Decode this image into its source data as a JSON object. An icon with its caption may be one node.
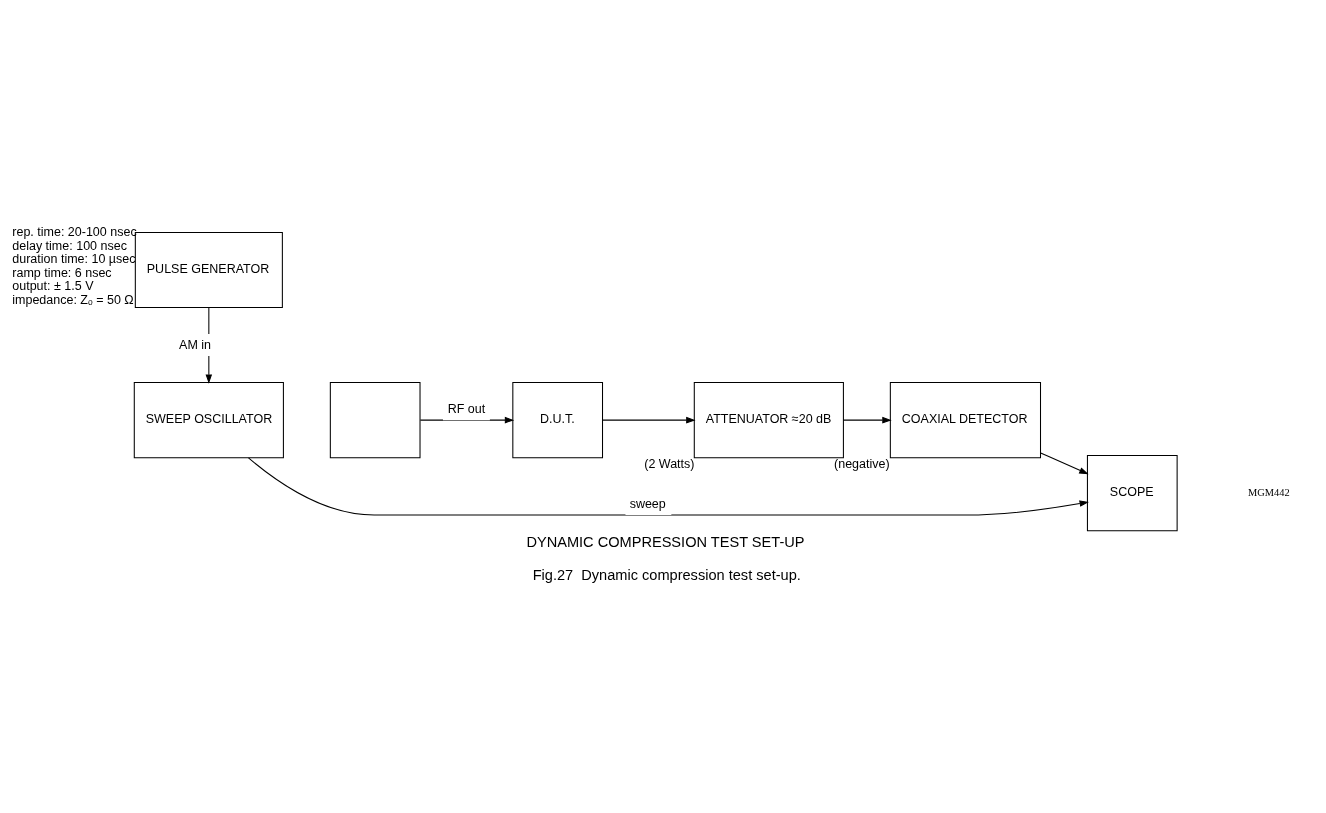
{
  "diagram": {
    "title": "DYNAMIC COMPRESSION TEST SET-UP",
    "caption": "Fig.27  Dynamic compression test set-up.",
    "nodes": [
      {
        "text": [
          "SWEEP OSCILLATOR"
        ]
      },
      {
        "text": [],
        "shape": "box"
      },
      {
        "text": [
          "D.U.T."
        ]
      },
      {
        "text": [
          "ATTENUATOR ≈20 dB"
        ],
        "beside": [
          "(2 Watts)"
        ]
      },
      {
        "text": [
          "COAXIAL DETECTOR"
        ],
        "beside": [
          "(negative)"
        ]
      },
      {
        "text": [
          "PULSE GENERATOR"
        ],
        "beside": [
          "rep. time: 20-100 nsec",
          "delay time: 100 nsec",
          "duration time: 10 µsec",
          "ramp time: 6 nsec",
          "output: ± 1.5 V",
          "impedance: Zₒ = 50 Ω"
        ]
      },
      {
        "text": [
          "SCOPE"
        ]
      }
    ],
    "edges": [
      {
        "from": 1,
        "to": 2,
        "arrow": "to",
        "label": "RF out"
      },
      {
        "from": 2,
        "to": 3,
        "arrow": "to"
      },
      {
        "from": 3,
        "to": 4,
        "arrow": "to"
      },
      {
        "from": 4,
        "to": 6,
        "arrow": "to"
      },
      {
        "from": 5,
        "to": 0,
        "arrow": "to",
        "label": "AM in"
      },
      {
        "from": 0,
        "to": 6,
        "arrow": "to",
        "label": "sweep"
      }
    ],
    "labels": [
      "MGM442"
    ]
  }
}
